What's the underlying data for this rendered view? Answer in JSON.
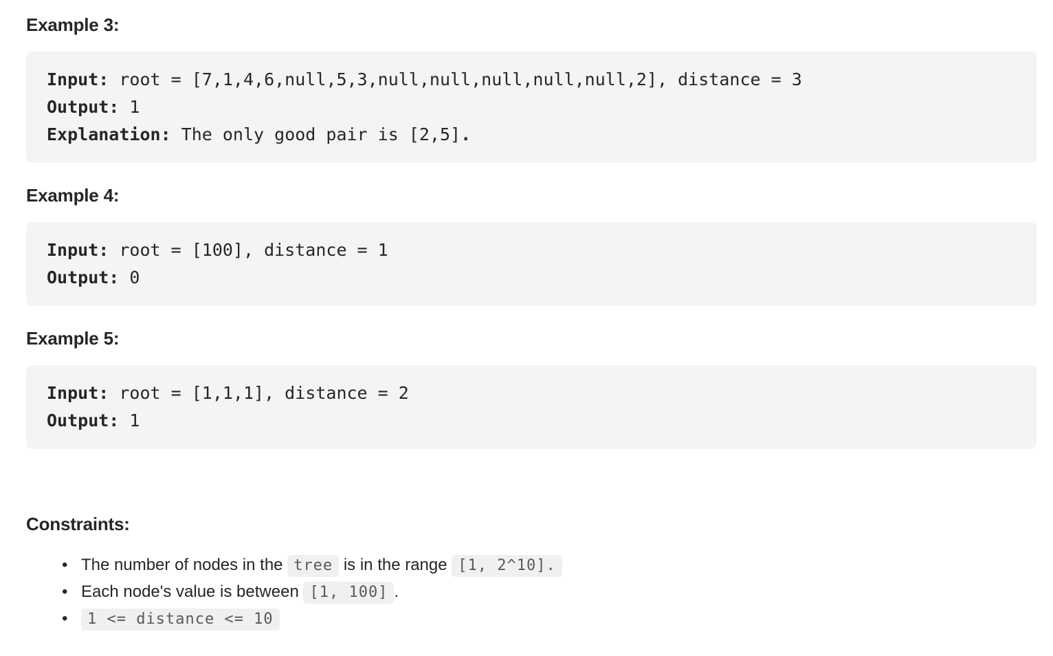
{
  "colors": {
    "page_background": "#ffffff",
    "text": "#262626",
    "code_block_background": "#f4f4f5",
    "inline_code_background": "#f0f0f1",
    "inline_code_text": "#595959"
  },
  "examples": [
    {
      "title": "Example 3:",
      "lines": [
        {
          "label": "Input:",
          "text": " root = [7,1,4,6,null,5,3,null,null,null,null,null,2], distance = 3",
          "suffix": ""
        },
        {
          "label": "Output:",
          "text": " 1",
          "suffix": ""
        },
        {
          "label": "Explanation:",
          "text": " The only good pair is [2,5]",
          "suffix": "."
        }
      ]
    },
    {
      "title": "Example 4:",
      "lines": [
        {
          "label": "Input:",
          "text": " root = [100], distance = 1",
          "suffix": ""
        },
        {
          "label": "Output:",
          "text": " 0",
          "suffix": ""
        }
      ]
    },
    {
      "title": "Example 5:",
      "lines": [
        {
          "label": "Input:",
          "text": " root = [1,1,1], distance = 2",
          "suffix": ""
        },
        {
          "label": "Output:",
          "text": " 1",
          "suffix": ""
        }
      ]
    }
  ],
  "constraints": {
    "title": "Constraints:",
    "items": [
      {
        "parts": [
          {
            "type": "text",
            "value": "The number of nodes in the "
          },
          {
            "type": "code",
            "value": "tree"
          },
          {
            "type": "text",
            "value": " is in the range "
          },
          {
            "type": "code",
            "value": "[1, 2^10]."
          }
        ]
      },
      {
        "parts": [
          {
            "type": "text",
            "value": "Each node's value is between "
          },
          {
            "type": "code",
            "value": "[1, 100]"
          },
          {
            "type": "text",
            "value": "."
          }
        ]
      },
      {
        "parts": [
          {
            "type": "code",
            "value": "1 <= distance <= 10"
          }
        ]
      }
    ]
  }
}
